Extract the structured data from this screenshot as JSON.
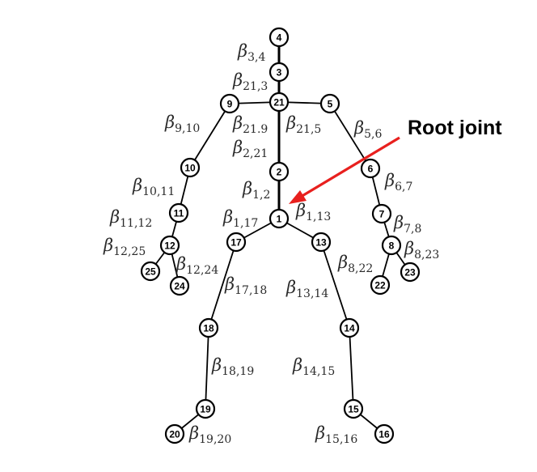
{
  "diagram": {
    "root_label": "Root joint",
    "colors": {
      "arrow": "#e8201e",
      "line": "#000000"
    },
    "joints": [
      {
        "id": "1"
      },
      {
        "id": "2"
      },
      {
        "id": "3"
      },
      {
        "id": "4"
      },
      {
        "id": "5"
      },
      {
        "id": "6"
      },
      {
        "id": "7"
      },
      {
        "id": "8"
      },
      {
        "id": "9"
      },
      {
        "id": "10"
      },
      {
        "id": "11"
      },
      {
        "id": "12"
      },
      {
        "id": "13"
      },
      {
        "id": "14"
      },
      {
        "id": "15"
      },
      {
        "id": "16"
      },
      {
        "id": "17"
      },
      {
        "id": "18"
      },
      {
        "id": "19"
      },
      {
        "id": "20"
      },
      {
        "id": "21"
      },
      {
        "id": "22"
      },
      {
        "id": "23"
      },
      {
        "id": "24"
      },
      {
        "id": "25"
      }
    ],
    "bones": [
      [
        "4",
        "3"
      ],
      [
        "3",
        "21"
      ],
      [
        "21",
        "2"
      ],
      [
        "2",
        "1"
      ],
      [
        "21",
        "9"
      ],
      [
        "9",
        "10"
      ],
      [
        "10",
        "11"
      ],
      [
        "11",
        "12"
      ],
      [
        "12",
        "25"
      ],
      [
        "12",
        "24"
      ],
      [
        "21",
        "5"
      ],
      [
        "5",
        "6"
      ],
      [
        "6",
        "7"
      ],
      [
        "7",
        "8"
      ],
      [
        "8",
        "23"
      ],
      [
        "8",
        "22"
      ],
      [
        "1",
        "17"
      ],
      [
        "17",
        "18"
      ],
      [
        "18",
        "19"
      ],
      [
        "19",
        "20"
      ],
      [
        "1",
        "13"
      ],
      [
        "13",
        "14"
      ],
      [
        "14",
        "15"
      ],
      [
        "15",
        "16"
      ]
    ],
    "labels": [
      {
        "sub": "3,4"
      },
      {
        "sub": "21,3"
      },
      {
        "sub": "9,10"
      },
      {
        "sub": "21.9"
      },
      {
        "sub": "21,5"
      },
      {
        "sub": "5,6"
      },
      {
        "sub": "2,21"
      },
      {
        "sub": "10,11"
      },
      {
        "sub": "6,7"
      },
      {
        "sub": "1,2"
      },
      {
        "sub": "11,12"
      },
      {
        "sub": "1,17"
      },
      {
        "sub": "1,13"
      },
      {
        "sub": "7,8"
      },
      {
        "sub": "12,25"
      },
      {
        "sub": "8,23"
      },
      {
        "sub": "12,24"
      },
      {
        "sub": "8,22"
      },
      {
        "sub": "17,18"
      },
      {
        "sub": "13,14"
      },
      {
        "sub": "18,19"
      },
      {
        "sub": "14,15"
      },
      {
        "sub": "19,20"
      },
      {
        "sub": "15,16"
      }
    ]
  }
}
